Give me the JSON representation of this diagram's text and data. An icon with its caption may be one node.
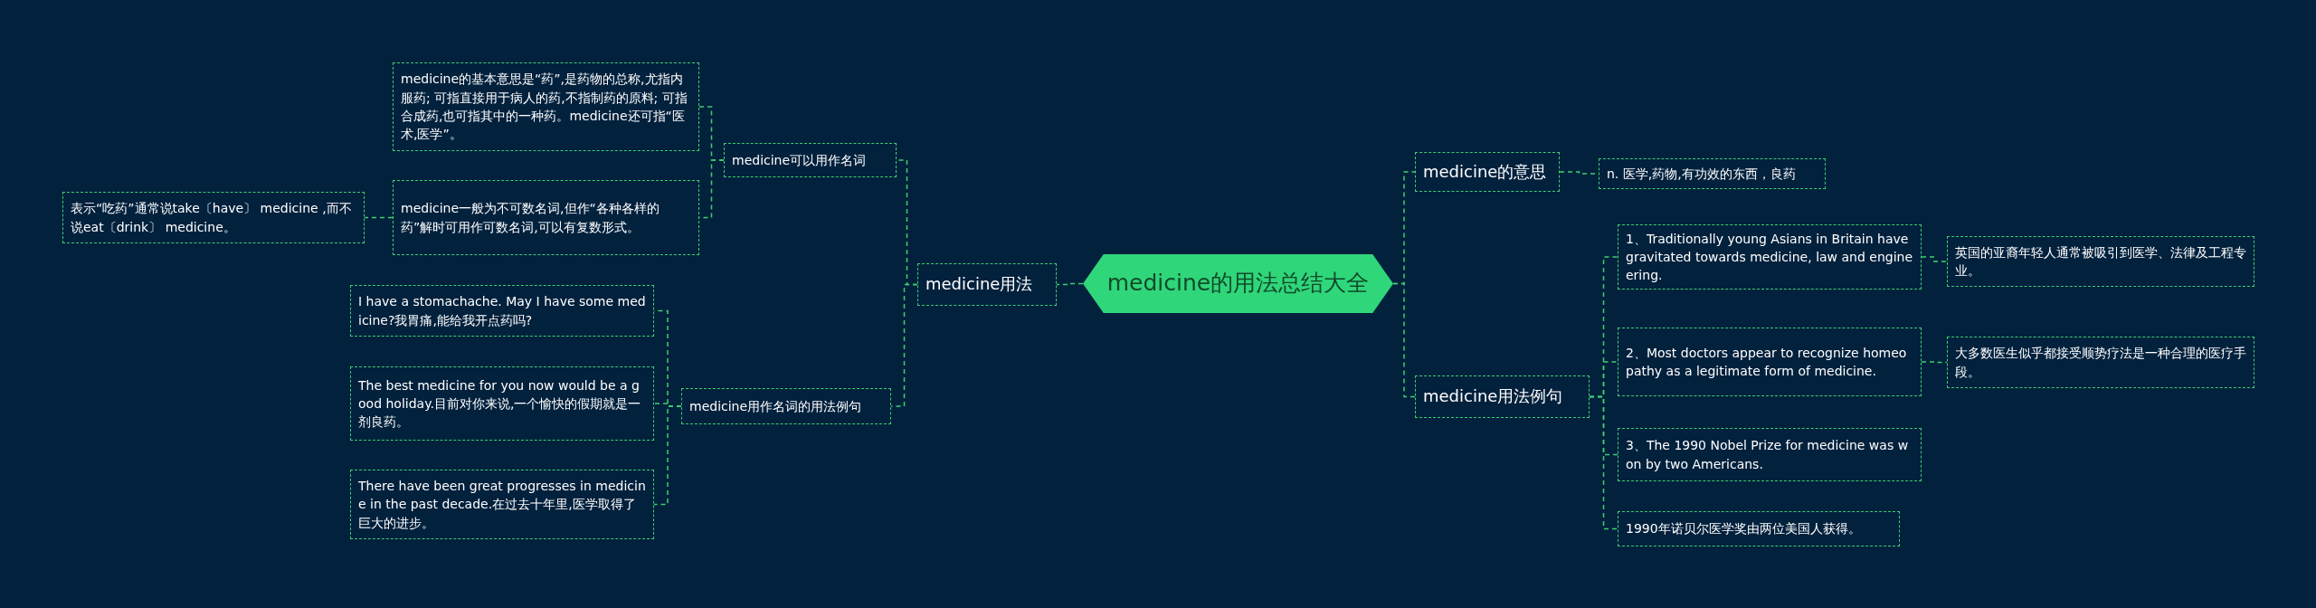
{
  "diagram": {
    "nodes": [
      {
        "text": [
          "medicine的用法总结大全"
        ]
      },
      {
        "text": [
          "medicine用法"
        ]
      },
      {
        "text": [
          "medicine可以用作名词"
        ]
      },
      {
        "text": [
          "medicine的基本意思是“药”,是药物的总称,尤指内服药; 可指直接用于病人的药,不指制药的原料; 可指合成药,也可指其中的一种药。medicine还可指“医术,医学”。"
        ]
      },
      {
        "text": [
          "medicine一般为不可数名词,但作“各种各样的药”解时可用作可数名词,可以有复数形式。"
        ]
      },
      {
        "text": [
          "表示“吃药”通常说take〔have〕 medicine ,而不说eat〔drink〕 medicine。"
        ]
      },
      {
        "text": [
          "medicine用作名词的用法例句"
        ]
      },
      {
        "text": [
          "I have a stomachache. May I have some medicine?我胃痛,能给我开点药吗?"
        ]
      },
      {
        "text": [
          "The best medicine for you now would be a good holiday.目前对你来说,一个愉快的假期就是一剂良药。"
        ]
      },
      {
        "text": [
          "There have been great progresses in medicine in the past decade.在过去十年里,医学取得了巨大的进步。"
        ]
      },
      {
        "text": [
          "medicine的意思"
        ]
      },
      {
        "text": [
          "n. 医学,药物,有功效的东西，良药"
        ]
      },
      {
        "text": [
          "medicine用法例句"
        ]
      },
      {
        "text": [
          "1、Traditionally young Asians in Britain have gravitated towards medicine, law and engineering."
        ]
      },
      {
        "text": [
          "英国的亚裔年轻人通常被吸引到医学、法律及工程专业。"
        ]
      },
      {
        "text": [
          "2、Most doctors appear to recognize homeopathy as a legitimate form of medicine."
        ]
      },
      {
        "text": [
          "大多数医生似乎都接受顺势疗法是一种合理的医疗手段。"
        ]
      },
      {
        "text": [
          "3、The 1990 Nobel Prize for medicine was won by two Americans."
        ]
      },
      {
        "text": [
          "1990年诺贝尔医学奖由两位美国人获得。"
        ]
      }
    ],
    "edges": [
      {
        "from": 0,
        "to": 1,
        "arrow": "none"
      },
      {
        "from": 1,
        "to": 2,
        "arrow": "none"
      },
      {
        "from": 2,
        "to": 3,
        "arrow": "none"
      },
      {
        "from": 2,
        "to": 4,
        "arrow": "none"
      },
      {
        "from": 4,
        "to": 5,
        "arrow": "none"
      },
      {
        "from": 1,
        "to": 6,
        "arrow": "none"
      },
      {
        "from": 6,
        "to": 7,
        "arrow": "none"
      },
      {
        "from": 6,
        "to": 8,
        "arrow": "none"
      },
      {
        "from": 6,
        "to": 9,
        "arrow": "none"
      },
      {
        "from": 0,
        "to": 10,
        "arrow": "none"
      },
      {
        "from": 10,
        "to": 11,
        "arrow": "none"
      },
      {
        "from": 0,
        "to": 12,
        "arrow": "none"
      },
      {
        "from": 12,
        "to": 13,
        "arrow": "none"
      },
      {
        "from": 13,
        "to": 14,
        "arrow": "none"
      },
      {
        "from": 12,
        "to": 15,
        "arrow": "none"
      },
      {
        "from": 15,
        "to": 16,
        "arrow": "none"
      },
      {
        "from": 12,
        "to": 17,
        "arrow": "none"
      },
      {
        "from": 12,
        "to": 18,
        "arrow": "none"
      }
    ]
  }
}
